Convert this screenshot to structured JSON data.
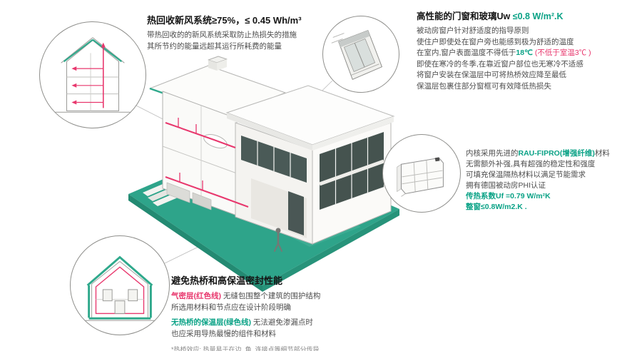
{
  "colors": {
    "accent_teal": "#2fa98c",
    "accent_red": "#e8376d",
    "title_text": "#141414",
    "body_text": "#4d4d4d"
  },
  "heat_recovery": {
    "title": "热回收新风系统≥75%，≤ 0.45 Wh/m³",
    "line1": "带热回收的的新风系统采取防止热损失的措施",
    "line2": "其所节约的能量远超其运行所耗费的能量"
  },
  "windows": {
    "title_black": "高性能的门窗和玻璃Uw ",
    "title_green": "≤0.8 W/m².K",
    "line1": "被动房窗户针对舒适度的指导原则",
    "line2": "使住户即使处在窗户旁也能感到极为舒适的温度",
    "line3_a": "在室内,窗户表面温度不得低于",
    "line3_b": "18℃",
    "line3_c": " (不低于室温3℃ )",
    "line4": "即使在寒冷的冬季,在靠近窗户部位也无寒冷不适感",
    "line5": "将窗户安装在保温层中可将热桥效应降至最低",
    "line6": "保温层包裹住部分窗框可有效降低热损失"
  },
  "profile": {
    "line1_a": "内核采用先进的",
    "line1_b": "RAU-FIPRO(增强纤维)",
    "line1_c": "材料",
    "line2": "无需额外补强,具有超强的稳定性和强度",
    "line3": "可填充保温隔热材料以满足节能需求",
    "line4": "拥有德国被动房PHI认证",
    "line5": "传热系数Uf =0.79 W/m²K",
    "line6": "整窗≤0.8W/m2.K ."
  },
  "thermal": {
    "title": "避免热桥和高保温密封性能",
    "p1_a": "气密层(红色线)",
    "p1_b": " 无缝包围整个建筑的围护结构",
    "p1_line2": "所选用材料和节点应在设计阶段明确",
    "p2_a": "无热桥的保温层(绿色线)",
    "p2_b": " 无法避免渗漏点时",
    "p2_line2": "也应采用导热最慢的组件和材料",
    "footnote": "*热桥效应: 热量易于在边, 角, 连接点等细节部分传导"
  }
}
